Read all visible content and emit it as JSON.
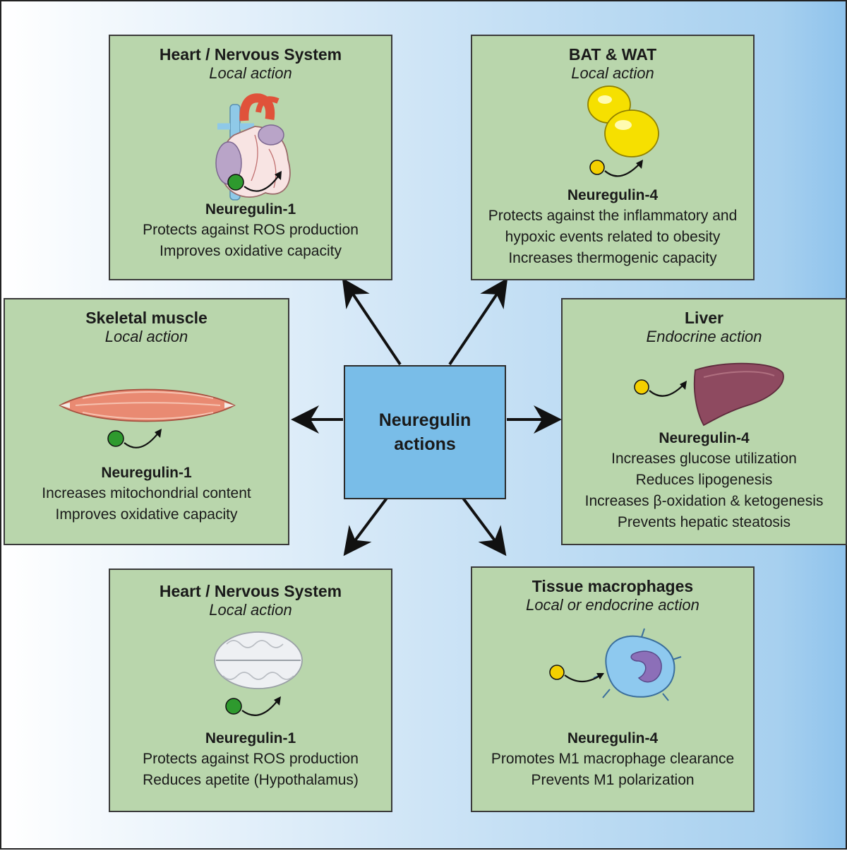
{
  "center": {
    "line1": "Neuregulin",
    "line2": "actions"
  },
  "panels": [
    {
      "title": "Heart / Nervous System",
      "subtitle": "Local action",
      "icon": "heart-icon",
      "ligand_color": "#2e9a2e",
      "protein": "Neuregulin-1",
      "effects": [
        "Protects against ROS production",
        "Improves oxidative capacity"
      ]
    },
    {
      "title": "BAT & WAT",
      "subtitle": "Local action",
      "icon": "adipocytes-icon",
      "ligand_color": "#f4d000",
      "protein": "Neuregulin-4",
      "effects": [
        "Protects against the inflammatory and",
        "hypoxic events related to obesity",
        "Increases thermogenic capacity"
      ]
    },
    {
      "title": "Skeletal muscle",
      "subtitle": "Local action",
      "icon": "muscle-icon",
      "ligand_color": "#2e9a2e",
      "protein": "Neuregulin-1",
      "effects": [
        "Increases mitochondrial content",
        "Improves oxidative capacity"
      ]
    },
    {
      "title": "Liver",
      "subtitle": "Endocrine action",
      "icon": "liver-icon",
      "ligand_color": "#f4d000",
      "protein": "Neuregulin-4",
      "effects": [
        "Increases glucose utilization",
        "Reduces lipogenesis",
        "Increases β-oxidation & ketogenesis",
        "Prevents hepatic steatosis"
      ]
    },
    {
      "title": "Heart / Nervous System",
      "subtitle": "Local action",
      "icon": "brain-icon",
      "ligand_color": "#2e9a2e",
      "protein": "Neuregulin-1",
      "effects": [
        "Protects against ROS production",
        "Reduces apetite (Hypothalamus)"
      ]
    },
    {
      "title": "Tissue macrophages",
      "subtitle": "Local or endocrine action",
      "icon": "macrophage-icon",
      "ligand_color": "#f4d000",
      "protein": "Neuregulin-4",
      "effects": [
        "Promotes M1 macrophage clearance",
        "Prevents M1 polarization"
      ]
    }
  ],
  "colors": {
    "panel_fill": "#b9d6ac",
    "center_fill": "#79bde8",
    "neuregulin1": "#2e9a2e",
    "neuregulin4": "#f4d000"
  }
}
